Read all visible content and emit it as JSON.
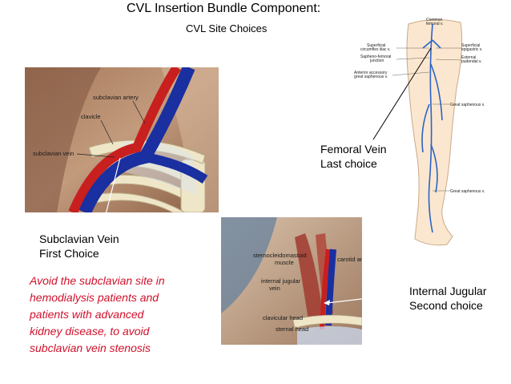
{
  "slide": {
    "title": "CVL Insertion Bundle Component:",
    "subtitle": "CVL Site Choices"
  },
  "femoral": {
    "line1": "Femoral Vein",
    "line2": "Last choice"
  },
  "subclavian": {
    "line1": "Subclavian Vein",
    "line2": "First Choice"
  },
  "jugular": {
    "line1": "Internal Jugular",
    "line2": "Second choice"
  },
  "warning": {
    "lines": [
      "Avoid the subclavian site in",
      "hemodialysis patients and",
      "patients with advanced",
      "kidney disease, to avoid",
      "subclavian vein stenosis"
    ]
  },
  "images": {
    "subclavian": {
      "labels": [
        "subclavian artery",
        "clavicle",
        "subclavian vein"
      ]
    },
    "jugular": {
      "labels": [
        "sternocleidomastoid",
        "muscle",
        "carotid artery",
        "internal jugular",
        "vein",
        "clavicular head",
        "sternal head"
      ]
    },
    "femoral": {
      "labels": [
        "Common",
        "femoral v.",
        "Superficial",
        "circumflex iliac v.",
        "Sapheno-femoral",
        "junction",
        "Anterior accessory",
        "great saphenous v.",
        "Superficial",
        "epigastric v.",
        "External",
        "pudendal v.",
        "Great saphenous v.",
        "Great saphenous v."
      ]
    }
  },
  "colors": {
    "artery": "#c81f1f",
    "vein": "#1a2fa0",
    "warning_text": "#d0102a",
    "leg_vein": "#2a63c9"
  }
}
